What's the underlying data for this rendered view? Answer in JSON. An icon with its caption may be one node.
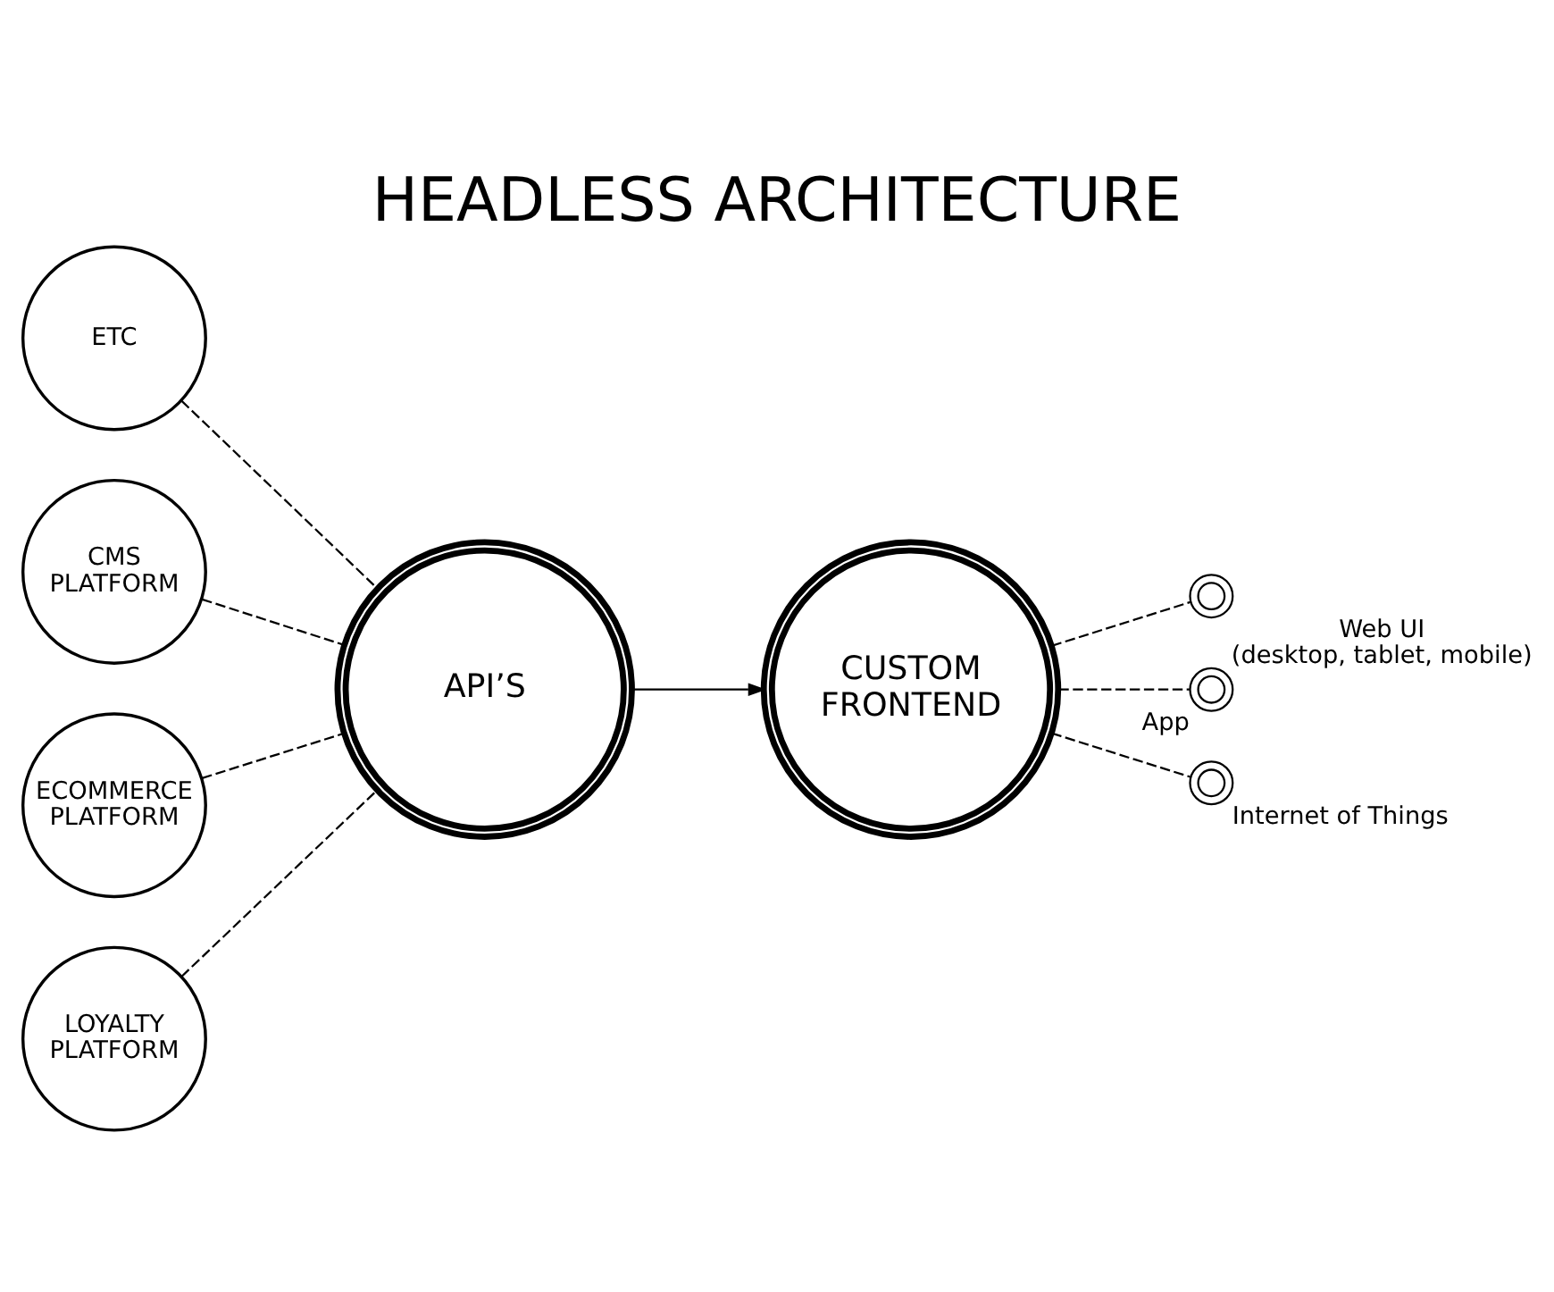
{
  "diagram": {
    "title": "HEADLESS ARCHITECTURE",
    "nodes": [
      {
        "text": [
          "ETC"
        ]
      },
      {
        "text": [
          "CMS PLATFORM"
        ]
      },
      {
        "text": [
          "ECOMMERCE PLATFORM"
        ]
      },
      {
        "text": [
          "LOYALTY PLATFORM"
        ]
      },
      {
        "text": [
          "API’S"
        ]
      },
      {
        "text": [
          "CUSTOM FRONTEND"
        ]
      },
      {
        "text": [],
        "shape": "circle",
        "beside": [
          "Web UI",
          "(desktop, tablet, mobile)"
        ]
      },
      {
        "text": [],
        "shape": "circle",
        "beside": [
          "App"
        ]
      },
      {
        "text": [],
        "shape": "circle",
        "beside": [
          "Internet of Things"
        ]
      }
    ],
    "edges": [
      {
        "from": 0,
        "to": 4,
        "arrow": "none",
        "style": "dashed"
      },
      {
        "from": 1,
        "to": 4,
        "arrow": "none",
        "style": "dashed"
      },
      {
        "from": 2,
        "to": 4,
        "arrow": "none",
        "style": "dashed"
      },
      {
        "from": 3,
        "to": 4,
        "arrow": "none",
        "style": "dashed"
      },
      {
        "from": 4,
        "to": 5,
        "arrow": "to"
      },
      {
        "from": 5,
        "to": 6,
        "arrow": "none",
        "style": "dashed"
      },
      {
        "from": 5,
        "to": 7,
        "arrow": "none",
        "style": "dashed"
      },
      {
        "from": 5,
        "to": 8,
        "arrow": "none",
        "style": "dashed"
      }
    ]
  }
}
